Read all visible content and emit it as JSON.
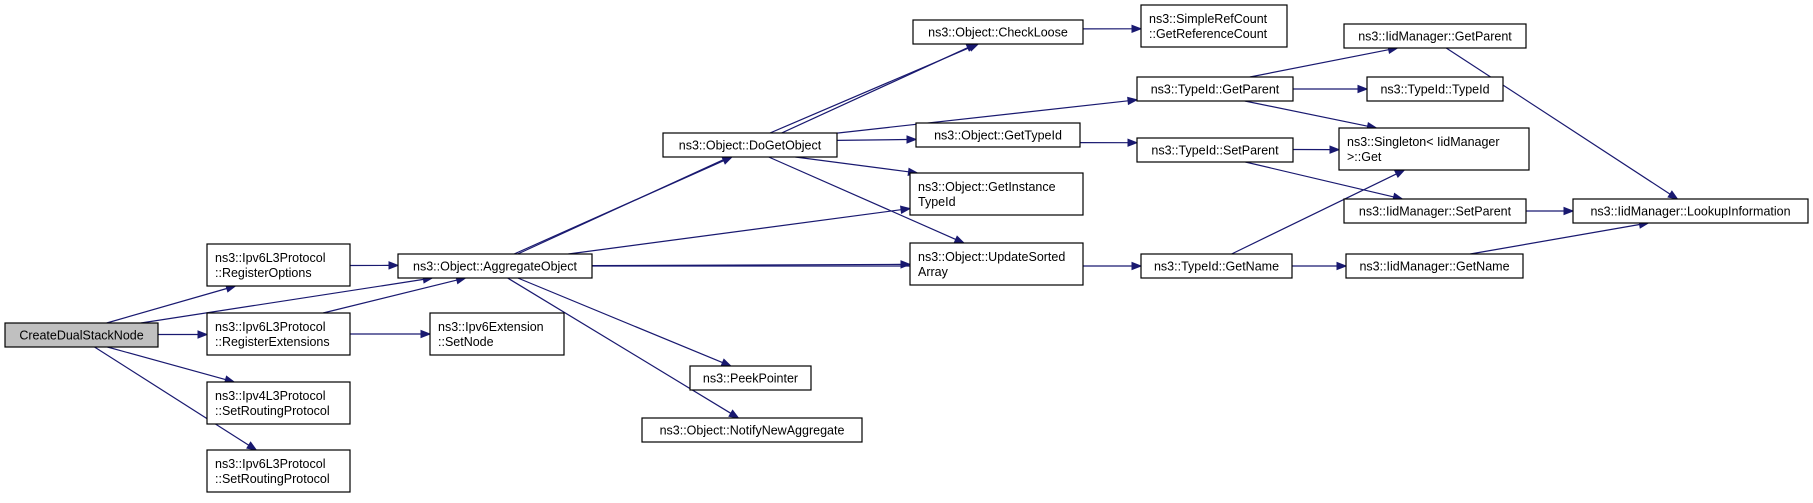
{
  "graph": {
    "edge_color": "#191970",
    "root_fill": "#c0c0c0",
    "nodes": [
      {
        "id": "root",
        "lines": [
          "CreateDualStackNode"
        ],
        "root": true
      },
      {
        "id": "regopt",
        "lines": [
          "ns3::Ipv6L3Protocol",
          "::RegisterOptions"
        ]
      },
      {
        "id": "regext",
        "lines": [
          "ns3::Ipv6L3Protocol",
          "::RegisterExtensions"
        ]
      },
      {
        "id": "v4route",
        "lines": [
          "ns3::Ipv4L3Protocol",
          "::SetRoutingProtocol"
        ]
      },
      {
        "id": "v6route",
        "lines": [
          "ns3::Ipv6L3Protocol",
          "::SetRoutingProtocol"
        ]
      },
      {
        "id": "aggr",
        "lines": [
          "ns3::Object::AggregateObject"
        ]
      },
      {
        "id": "setnode",
        "lines": [
          "ns3::Ipv6Extension",
          "::SetNode"
        ]
      },
      {
        "id": "doget",
        "lines": [
          "ns3::Object::DoGetObject"
        ]
      },
      {
        "id": "peek",
        "lines": [
          "ns3::PeekPointer"
        ]
      },
      {
        "id": "notify",
        "lines": [
          "ns3::Object::NotifyNewAggregate"
        ]
      },
      {
        "id": "check",
        "lines": [
          "ns3::Object::CheckLoose"
        ]
      },
      {
        "id": "gettid",
        "lines": [
          "ns3::Object::GetTypeId"
        ]
      },
      {
        "id": "instid",
        "lines": [
          "ns3::Object::GetInstance",
          "TypeId"
        ]
      },
      {
        "id": "sorted",
        "lines": [
          "ns3::Object::UpdateSorted",
          "Array"
        ]
      },
      {
        "id": "refcnt",
        "lines": [
          "ns3::SimpleRefCount",
          "::GetReferenceCount"
        ]
      },
      {
        "id": "tgetparent",
        "lines": [
          "ns3::TypeId::GetParent"
        ]
      },
      {
        "id": "tsetparent",
        "lines": [
          "ns3::TypeId::SetParent"
        ]
      },
      {
        "id": "tgetname",
        "lines": [
          "ns3::TypeId::GetName"
        ]
      },
      {
        "id": "igetparent",
        "lines": [
          "ns3::IidManager::GetParent"
        ]
      },
      {
        "id": "typeid",
        "lines": [
          "ns3::TypeId::TypeId"
        ]
      },
      {
        "id": "singleton",
        "lines": [
          "ns3::Singleton< IidManager",
          " >::Get"
        ]
      },
      {
        "id": "isetparent",
        "lines": [
          "ns3::IidManager::SetParent"
        ]
      },
      {
        "id": "igetname",
        "lines": [
          "ns3::IidManager::GetName"
        ]
      },
      {
        "id": "lookup",
        "lines": [
          "ns3::IidManager::LookupInformation"
        ]
      }
    ],
    "edges": [
      [
        "root",
        "aggr"
      ],
      [
        "root",
        "regopt"
      ],
      [
        "root",
        "regext"
      ],
      [
        "root",
        "v4route"
      ],
      [
        "root",
        "v6route"
      ],
      [
        "regopt",
        "aggr"
      ],
      [
        "regext",
        "aggr"
      ],
      [
        "regext",
        "setnode"
      ],
      [
        "aggr",
        "doget"
      ],
      [
        "aggr",
        "check"
      ],
      [
        "aggr",
        "instid"
      ],
      [
        "aggr",
        "sorted"
      ],
      [
        "aggr",
        "tgetname"
      ],
      [
        "aggr",
        "peek"
      ],
      [
        "aggr",
        "notify"
      ],
      [
        "doget",
        "check"
      ],
      [
        "doget",
        "tgetparent"
      ],
      [
        "doget",
        "gettid"
      ],
      [
        "doget",
        "instid"
      ],
      [
        "doget",
        "sorted"
      ],
      [
        "check",
        "refcnt"
      ],
      [
        "gettid",
        "tsetparent"
      ],
      [
        "tgetparent",
        "igetparent"
      ],
      [
        "tgetparent",
        "typeid"
      ],
      [
        "tgetparent",
        "singleton"
      ],
      [
        "tsetparent",
        "singleton"
      ],
      [
        "tsetparent",
        "isetparent"
      ],
      [
        "tgetname",
        "singleton"
      ],
      [
        "tgetname",
        "igetname"
      ],
      [
        "igetparent",
        "lookup"
      ],
      [
        "isetparent",
        "lookup"
      ],
      [
        "igetname",
        "lookup"
      ]
    ]
  }
}
